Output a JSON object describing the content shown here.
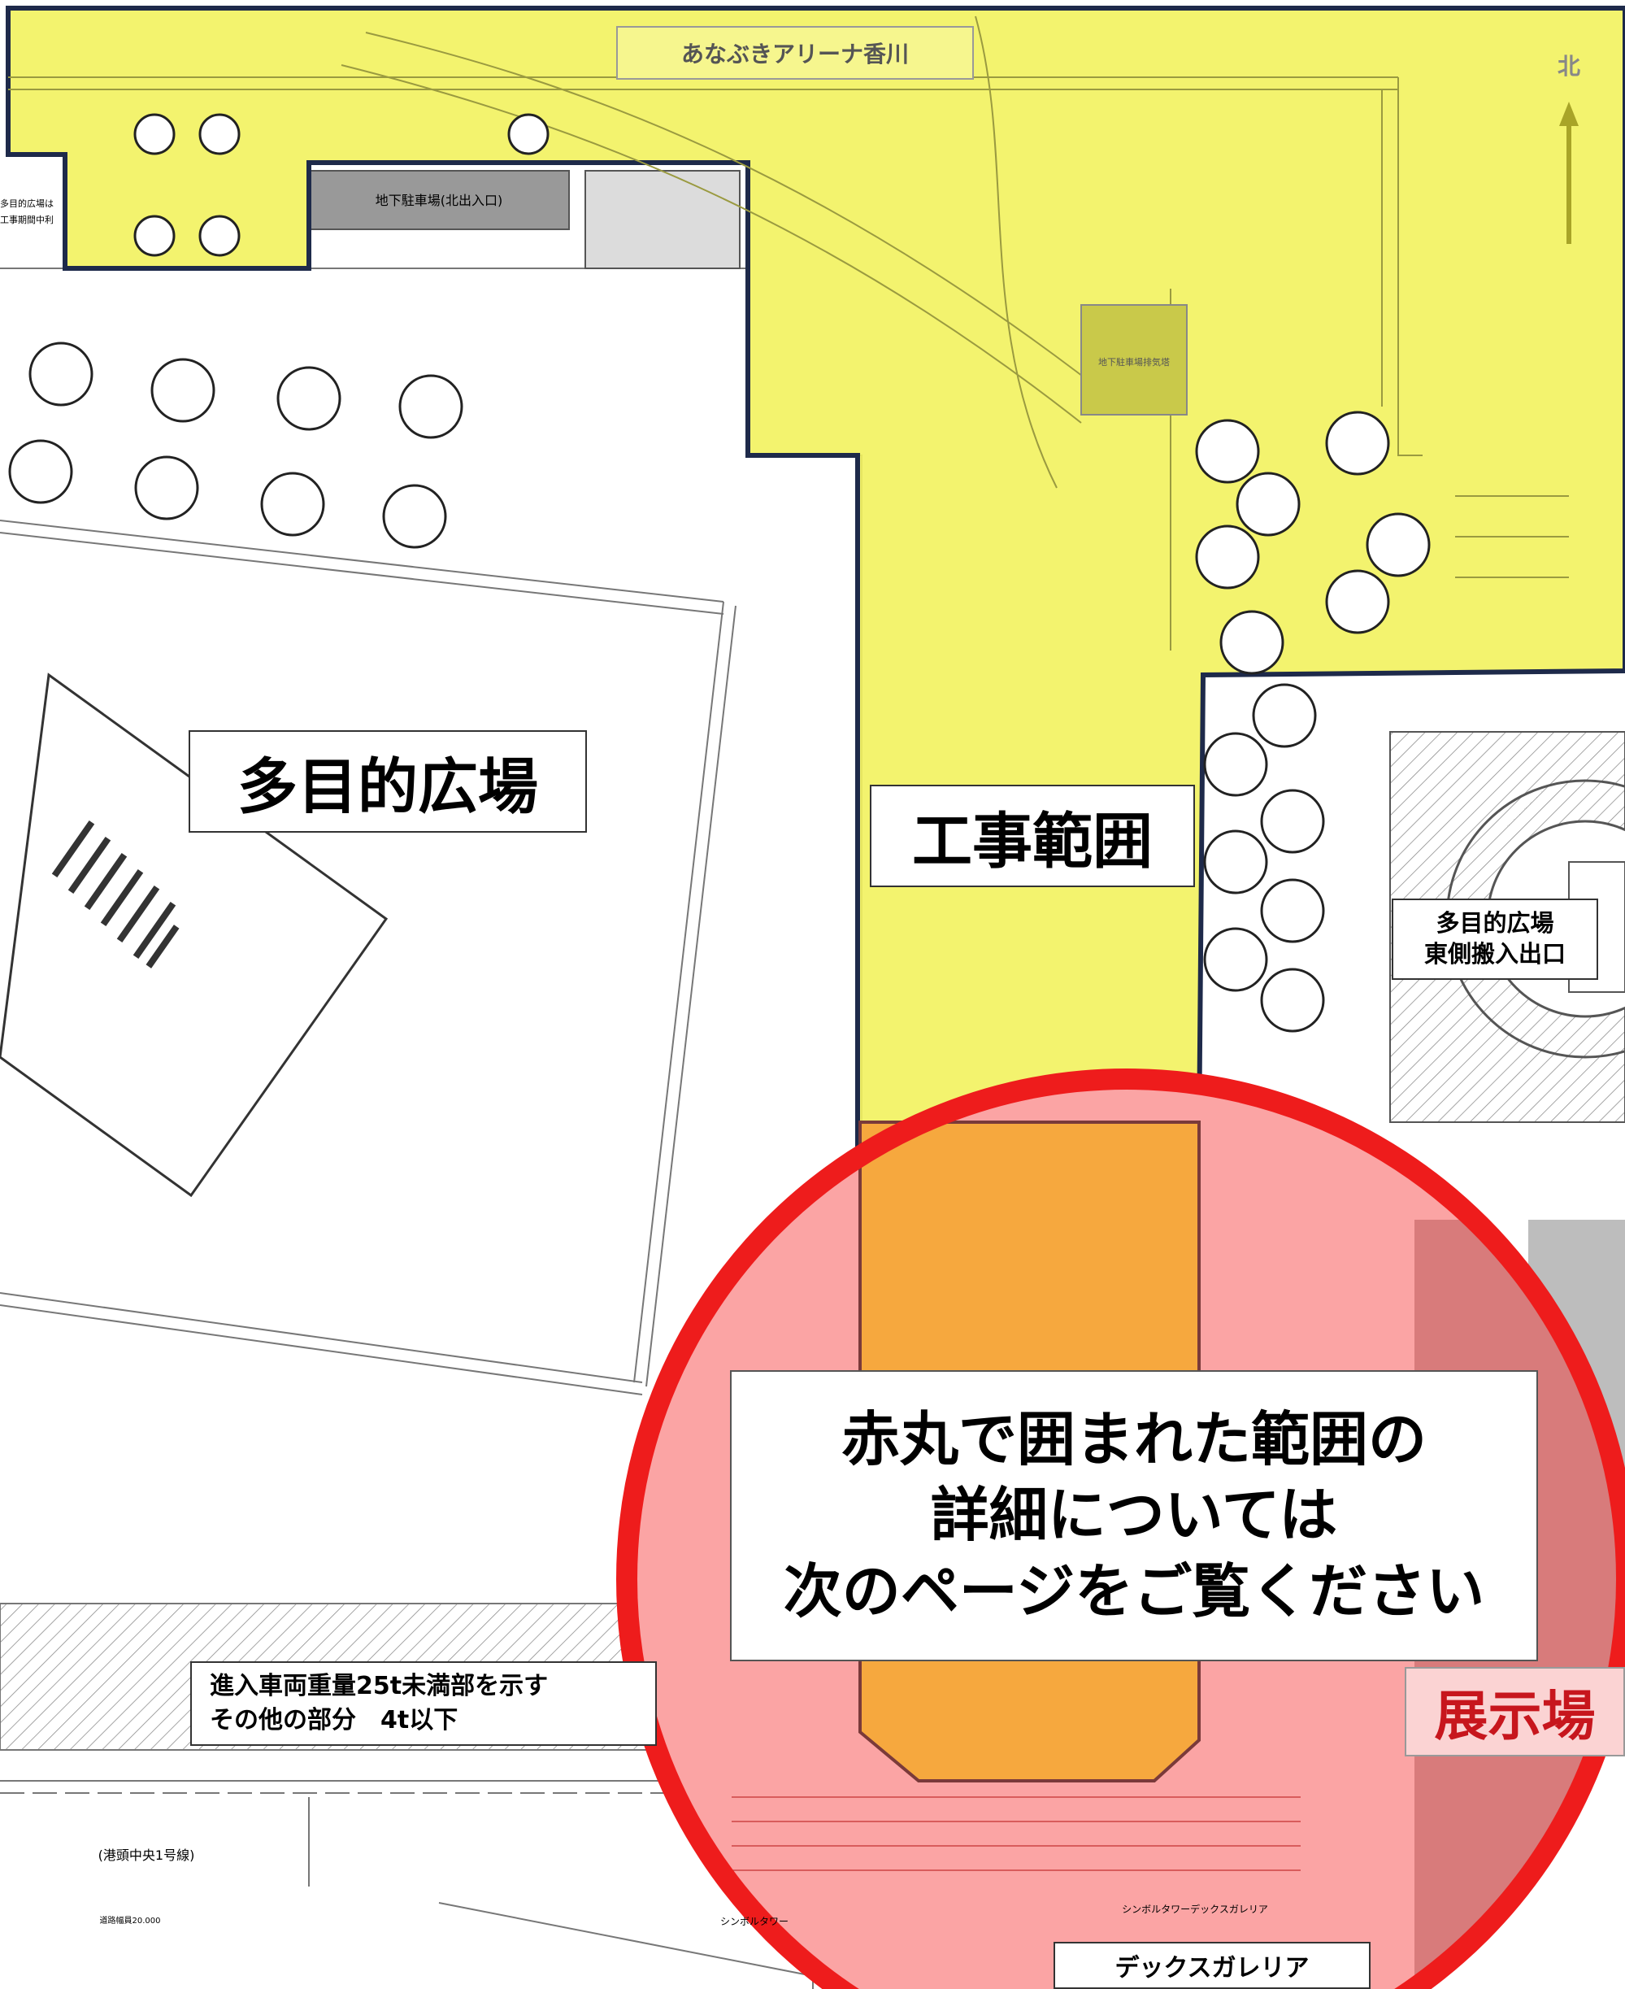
{
  "map": {
    "labels": {
      "arena": "あなぶきアリーナ香川",
      "north": "北",
      "parking_exit": "地下駐車場(北出入口)",
      "parking_vent": "地下駐車場排気塔",
      "notice_small_1": "多目的広場は",
      "notice_small_2": "工事期間中利",
      "multipurpose_plaza": "多目的広場",
      "construction_area": "工事範囲",
      "east_gate": "多目的広場\n東側搬入出口",
      "circle_note": "赤丸で囲まれた範囲の\n詳細については\n次のページをご覧ください",
      "exhibition": "展示場",
      "weight_note": "進入車両重量25t未満部を示す\nその他の部分　4t以下",
      "road": "(港頭中央1号線)",
      "road_small": "道路幅員20.000",
      "symbol_tower": "シンボルタワー",
      "deck_galleria_small": "シンボルタワーデックスガレリア",
      "deck_galleria": "デックスガレリア"
    },
    "colors": {
      "construction_yellow": "#f2f25e",
      "exhibition_pink": "#fba4a4",
      "overlap_orange": "#f6a83e",
      "circle_red": "#ee1c1c",
      "boundary_navy": "#1e2a4a",
      "north_arrow": "#a8a428"
    },
    "icons": [
      "north-arrow-icon",
      "tree-icon",
      "hatched-area"
    ]
  }
}
